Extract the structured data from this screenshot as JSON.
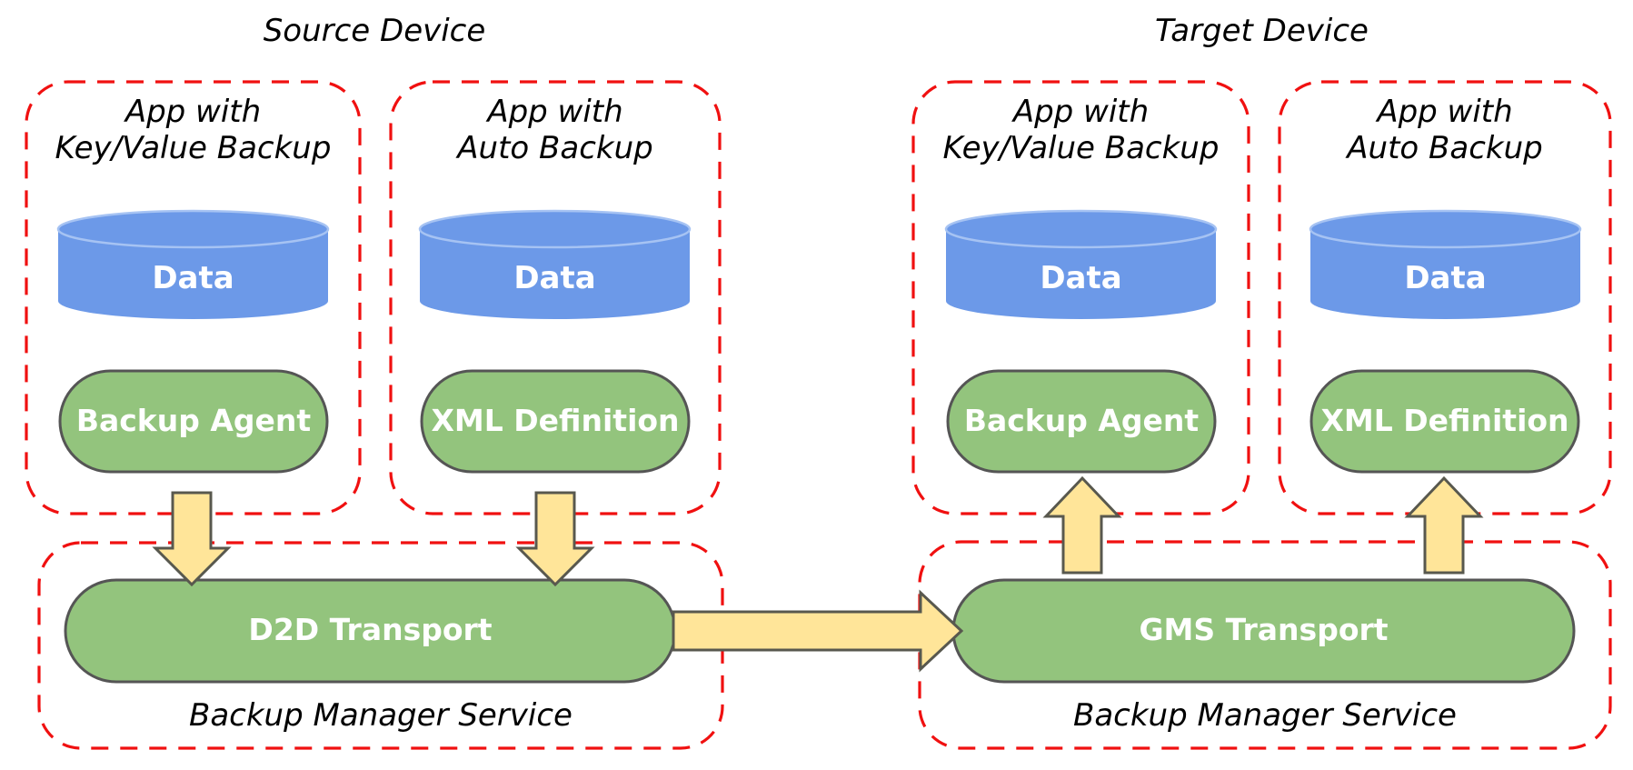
{
  "source": {
    "title": "Source Device",
    "apps": [
      {
        "title_line1": "App with",
        "title_line2": "Key/Value Backup",
        "data_label": "Data",
        "component_label": "Backup Agent"
      },
      {
        "title_line1": "App with",
        "title_line2": "Auto Backup",
        "data_label": "Data",
        "component_label": "XML Definition"
      }
    ],
    "service": {
      "transport_label": "D2D Transport",
      "name": "Backup Manager Service"
    }
  },
  "target": {
    "title": "Target Device",
    "apps": [
      {
        "title_line1": "App with",
        "title_line2": "Key/Value Backup",
        "data_label": "Data",
        "component_label": "Backup Agent"
      },
      {
        "title_line1": "App with",
        "title_line2": "Auto Backup",
        "data_label": "Data",
        "component_label": "XML Definition"
      }
    ],
    "service": {
      "transport_label": "GMS Transport",
      "name": "Backup Manager Service"
    }
  },
  "colors": {
    "boundary_dash_red": "#f01010",
    "cylinder_blue": "#6c99e8",
    "cylinder_rim_highlight": "#a6c3f3",
    "component_green": "#93c47d",
    "component_border_gray": "#555555",
    "arrow_yellow": "#ffe599",
    "arrow_border": "#58584e",
    "label_text_white": "#ffffff",
    "title_text_black": "#000000"
  }
}
